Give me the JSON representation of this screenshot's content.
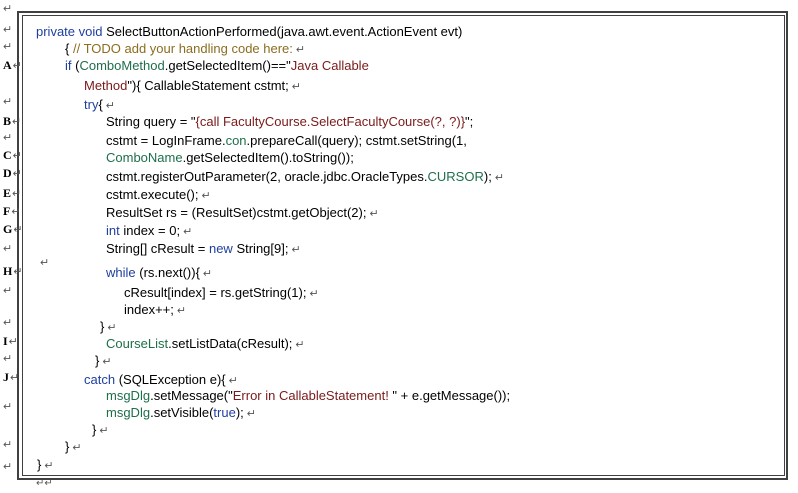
{
  "return_mark": "↵",
  "margin": {
    "labels": [
      "A",
      "B",
      "C",
      "D",
      "E",
      "F",
      "G",
      "H",
      "I",
      "J"
    ]
  },
  "code": {
    "l1": {
      "t1": "private void",
      "t2": " SelectButtonActionPerformed(java.awt.event.ActionEvent evt)"
    },
    "l2": {
      "t1": "{ ",
      "t2": "// TODO add your handling code here:"
    },
    "l3": {
      "t1": "if",
      "t2": " (",
      "t3": "ComboMethod",
      "t4": ".getSelectedItem()==\"",
      "t5": "Java Callable"
    },
    "l4": {
      "t1": "Method",
      "t2": "\"){ CallableStatement cstmt;"
    },
    "l5": {
      "t1": "try",
      "t2": "{"
    },
    "l6": {
      "t1": "String query = \"",
      "t2": "{call FacultyCourse.SelectFacultyCourse(?, ?)}",
      "t3": "\";"
    },
    "l7": {
      "t1": "cstmt = LogInFrame.",
      "t2": "con",
      "t3": ".prepareCall(query); cstmt.setString(1,"
    },
    "l8": {
      "t1": "ComboName",
      "t2": ".getSelectedItem().toString());"
    },
    "l9": {
      "t1": "cstmt.registerOutParameter(2, oracle.jdbc.OracleTypes.",
      "t2": "CURSOR",
      "t3": ");"
    },
    "l10": {
      "t1": "cstmt.execute();"
    },
    "l11": {
      "t1": "ResultSet rs = (ResultSet)cstmt.getObject(2);"
    },
    "l12": {
      "t1": "int",
      "t2": " index = 0;"
    },
    "l13": {
      "t1": "String[] cResult = ",
      "t2": "new",
      "t3": " String[9];"
    },
    "l14": {
      "t1": "while",
      "t2": " (rs.next()){"
    },
    "l15": {
      "t1": "cResult[index] = rs.getString(1);"
    },
    "l16": {
      "t1": "index++;"
    },
    "l17": {
      "t1": "}"
    },
    "l18": {
      "t1": "CourseList",
      "t2": ".setListData(cResult);"
    },
    "l19": {
      "t1": "}"
    },
    "l20": {
      "t1": "catch",
      "t2": " (SQLException e){"
    },
    "l21": {
      "t1": "msgDlg",
      "t2": ".setMessage(\"",
      "t3": "Error in CallableStatement! ",
      "t4": "\" + e.getMessage());"
    },
    "l22": {
      "t1": "msgDlg",
      "t2": ".setVisible(",
      "t3": "true",
      "t4": ");"
    },
    "l23": {
      "t1": "}"
    },
    "l24": {
      "t1": "}"
    },
    "l25": {
      "t1": "}"
    }
  },
  "colors": {
    "keyword": "#1f3fa0",
    "comment": "#8c6d1f",
    "string": "#7a1a1a",
    "field": "#1f6e4a"
  }
}
